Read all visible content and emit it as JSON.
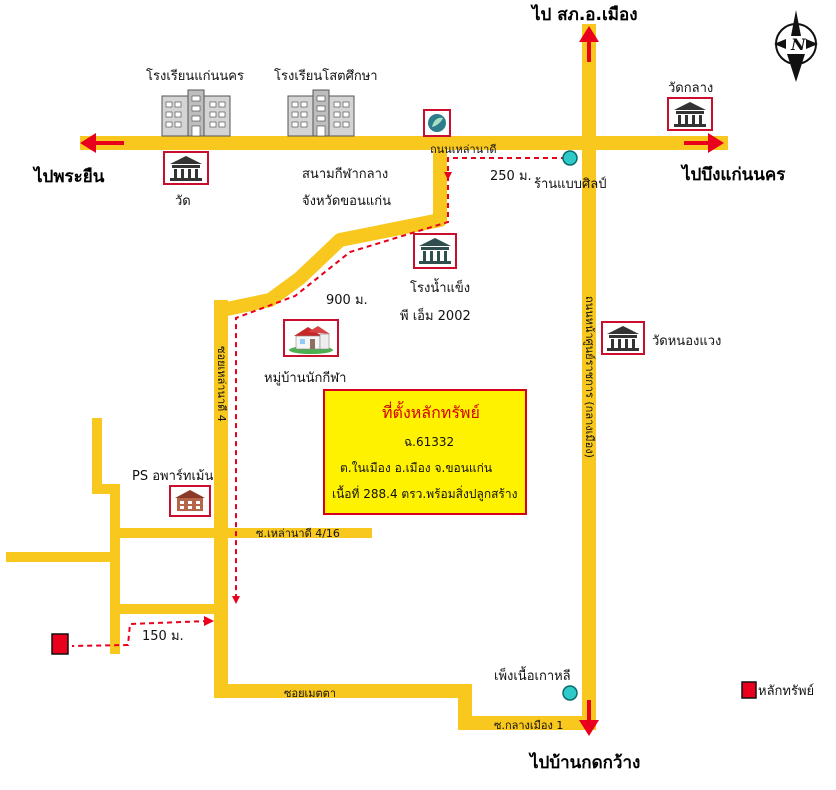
{
  "directions": {
    "north": "ไป สภ.อ.เมือง",
    "west": "ไปพระยืน",
    "east": "ไปบึงแก่นนคร",
    "south": "ไปบ้านกดกว้าง"
  },
  "compass": {
    "letter": "N"
  },
  "roads": {
    "main_horizontal": "ถนนเหล่านาดี",
    "main_vertical": "ถนนหน้าศูนย์ราชการ (กลางเมือง)",
    "soi_4": "ซอยเหล่านาดี 4",
    "soi_4_16": "ซ.เหล่านาดี 4/16",
    "soi_metta": "ซอยเมตตา",
    "soi_klang": "ซ.กลางเมือง 1"
  },
  "places": {
    "school1": "โรงเรียนแก่นนคร",
    "school2": "โรงเรียนโสตศึกษา",
    "temple_wat": "วัด",
    "temple_klang": "วัดกลาง",
    "stadium_line1": "สนามกีฬากลาง",
    "stadium_line2": "จังหวัดขอนแก่น",
    "ice_line1": "โรงน้ำแข็ง",
    "ice_line2": "พี เอ็ม 2002",
    "wat_nong_waeng": "วัดหนองแวง",
    "village": "หมู่บ้านนักกีฬา",
    "apartment": "PS อพาร์ทเม้น",
    "shop_art": "ร้านแบบศิลป์",
    "korean_bbq": "เพ็งเนื้อเกาหลี"
  },
  "distances": {
    "d250": "250 ม.",
    "d900": "900 ม.",
    "d150": "150 ม."
  },
  "property_card": {
    "title": "ที่ตั้งหลักทรัพย์",
    "deed": "ฉ.61332",
    "location": "ต.ในเมือง อ.เมือง จ.ขอนแก่น",
    "area": "เนื้อที่ 288.4 ตรว.พร้อมสิ่งปลูกสร้าง"
  },
  "legend": {
    "label": "หลักทรัพย์"
  },
  "colors": {
    "road": "#f9c81e",
    "arrow": "#e8001c",
    "route": "#e8001c",
    "card_fill": "#fff200",
    "card_border": "#d6001c",
    "marker": "#e8001c",
    "poi_circle": "#2ec9c9"
  },
  "icons": {
    "school": "school-building-icon",
    "temple": "temple-icon",
    "house": "house-icon",
    "gas": "gas-station-icon",
    "compass": "compass-icon"
  }
}
